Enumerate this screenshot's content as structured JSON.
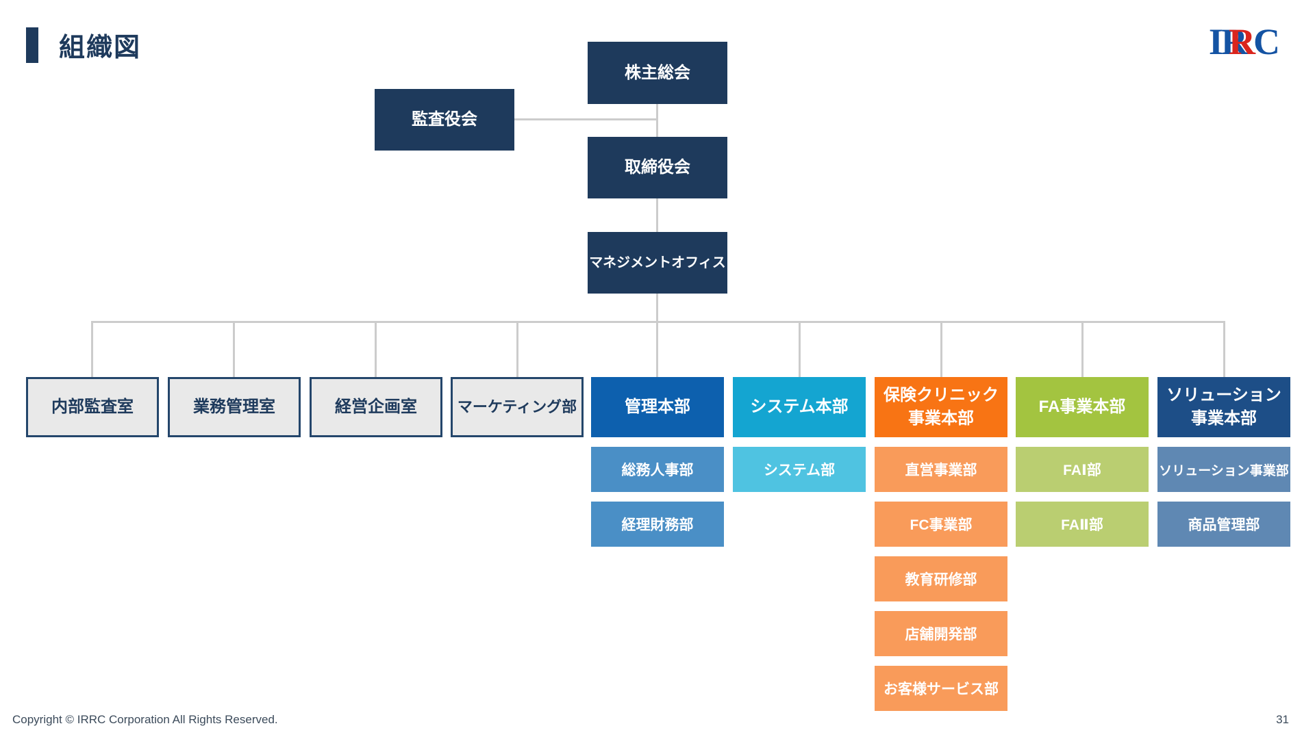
{
  "header": {
    "title": "組織図",
    "logo_letters": [
      "I",
      "R",
      "R",
      "C"
    ]
  },
  "chart": {
    "top_nodes": {
      "shareholders": "株主総会",
      "audit_board": "監査役会",
      "board_of_directors": "取締役会",
      "management_office": "マネジメントオフィス"
    },
    "columns": [
      {
        "label": "内部監査室",
        "type": "outline",
        "children": []
      },
      {
        "label": "業務管理室",
        "type": "outline",
        "children": []
      },
      {
        "label": "経営企画室",
        "type": "outline",
        "children": []
      },
      {
        "label": "マーケティング部",
        "type": "outline",
        "children": []
      },
      {
        "label": "管理本部",
        "type": "blue",
        "children": [
          "総務人事部",
          "経理財務部"
        ]
      },
      {
        "label": "システム本部",
        "type": "cyan",
        "children": [
          "システム部"
        ]
      },
      {
        "label": "保険クリニック\n事業本部",
        "type": "orange",
        "children": [
          "直営事業部",
          "FC事業部",
          "教育研修部",
          "店舗開発部",
          "お客様サービス部"
        ]
      },
      {
        "label": "FA事業本部",
        "type": "green",
        "children": [
          "FAⅠ部",
          "FAⅡ部"
        ]
      },
      {
        "label": "ソリューション\n事業本部",
        "type": "steel",
        "children": [
          "ソリューション事業部",
          "商品管理部"
        ]
      }
    ]
  },
  "colors": {
    "navy": "#1E3A5C",
    "connector_gray": "#CCCCCC",
    "outline_fill": "#E9E9E9",
    "outline_border": "#24466B",
    "blue": "#0D60AE",
    "blue_light": "#4A8FC6",
    "cyan": "#14A5D1",
    "cyan_light": "#4FC3E1",
    "orange": "#F87414",
    "orange_light": "#F99B5A",
    "green": "#A3C440",
    "green_light": "#BACE71",
    "steel": "#1D4E87",
    "steel_light": "#5F88B3",
    "logo_blue": "#1453A3",
    "logo_red": "#DA251D"
  },
  "footer": {
    "copyright": "Copyright © IRRC Corporation All Rights Reserved.",
    "page_number": "31"
  }
}
